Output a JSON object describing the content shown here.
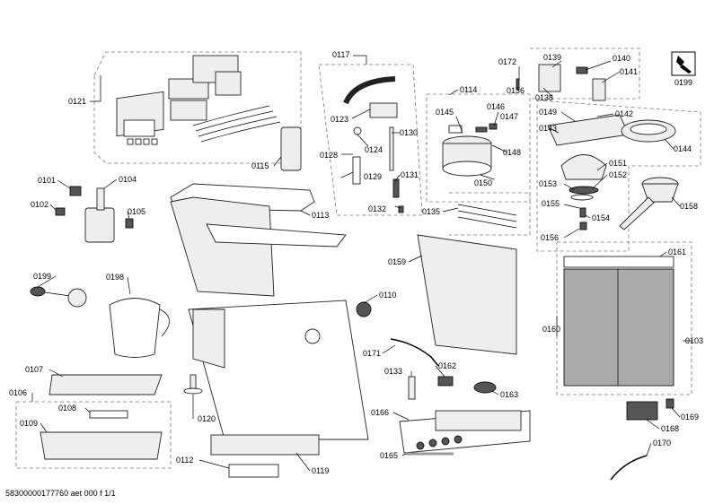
{
  "footer": {
    "text": "58300000177760 aet 000 f 1/1"
  },
  "callouts": [
    {
      "id": "c0121",
      "text": "0121"
    },
    {
      "id": "c0117",
      "text": "0117"
    },
    {
      "id": "c0123",
      "text": "0123"
    },
    {
      "id": "c0124",
      "text": "0124"
    },
    {
      "id": "c0130",
      "text": "0130"
    },
    {
      "id": "c0128",
      "text": "0128"
    },
    {
      "id": "c0129",
      "text": "0129"
    },
    {
      "id": "c0131",
      "text": "0131"
    },
    {
      "id": "c0132",
      "text": "0132"
    },
    {
      "id": "c0115",
      "text": "0115"
    },
    {
      "id": "c0114",
      "text": "0114"
    },
    {
      "id": "c0145",
      "text": "0145"
    },
    {
      "id": "c0146",
      "text": "0146"
    },
    {
      "id": "c0147",
      "text": "0147"
    },
    {
      "id": "c0148",
      "text": "0148"
    },
    {
      "id": "c0150",
      "text": "0150"
    },
    {
      "id": "c0172",
      "text": "0172"
    },
    {
      "id": "c0136",
      "text": "0136"
    },
    {
      "id": "c0139",
      "text": "0139"
    },
    {
      "id": "c0140",
      "text": "0140"
    },
    {
      "id": "c0141",
      "text": "0141"
    },
    {
      "id": "c0138",
      "text": "0138"
    },
    {
      "id": "c0149",
      "text": "0149"
    },
    {
      "id": "c0142",
      "text": "0142"
    },
    {
      "id": "c0143",
      "text": "0143"
    },
    {
      "id": "c0144",
      "text": "0144"
    },
    {
      "id": "c0151",
      "text": "0151"
    },
    {
      "id": "c0152",
      "text": "0152"
    },
    {
      "id": "c0153",
      "text": "0153"
    },
    {
      "id": "c0155",
      "text": "0155"
    },
    {
      "id": "c0154",
      "text": "0154"
    },
    {
      "id": "c0156",
      "text": "0156"
    },
    {
      "id": "c0158",
      "text": "0158"
    },
    {
      "id": "c0199a",
      "text": "0199"
    },
    {
      "id": "c0101",
      "text": "0101"
    },
    {
      "id": "c0104",
      "text": "0104"
    },
    {
      "id": "c0102",
      "text": "0102"
    },
    {
      "id": "c0105",
      "text": "0105"
    },
    {
      "id": "c0113",
      "text": "0113"
    },
    {
      "id": "c0135",
      "text": "0135"
    },
    {
      "id": "c0159",
      "text": "0159"
    },
    {
      "id": "c0161",
      "text": "0161"
    },
    {
      "id": "c0199b",
      "text": "0199"
    },
    {
      "id": "c0198",
      "text": "0198"
    },
    {
      "id": "c0110",
      "text": "0110"
    },
    {
      "id": "c0160",
      "text": "0160"
    },
    {
      "id": "c0103",
      "text": "0103"
    },
    {
      "id": "c0171",
      "text": "0171"
    },
    {
      "id": "c0107",
      "text": "0107"
    },
    {
      "id": "c0133",
      "text": "0133"
    },
    {
      "id": "c0162",
      "text": "0162"
    },
    {
      "id": "c0163",
      "text": "0163"
    },
    {
      "id": "c0106",
      "text": "0106"
    },
    {
      "id": "c0108",
      "text": "0108"
    },
    {
      "id": "c0120",
      "text": "0120"
    },
    {
      "id": "c0166",
      "text": "0166"
    },
    {
      "id": "c0169",
      "text": "0169"
    },
    {
      "id": "c0109",
      "text": "0109"
    },
    {
      "id": "c0168",
      "text": "0168"
    },
    {
      "id": "c0170",
      "text": "0170"
    },
    {
      "id": "c0112",
      "text": "0112"
    },
    {
      "id": "c0119",
      "text": "0119"
    },
    {
      "id": "c0165",
      "text": "0165"
    }
  ]
}
